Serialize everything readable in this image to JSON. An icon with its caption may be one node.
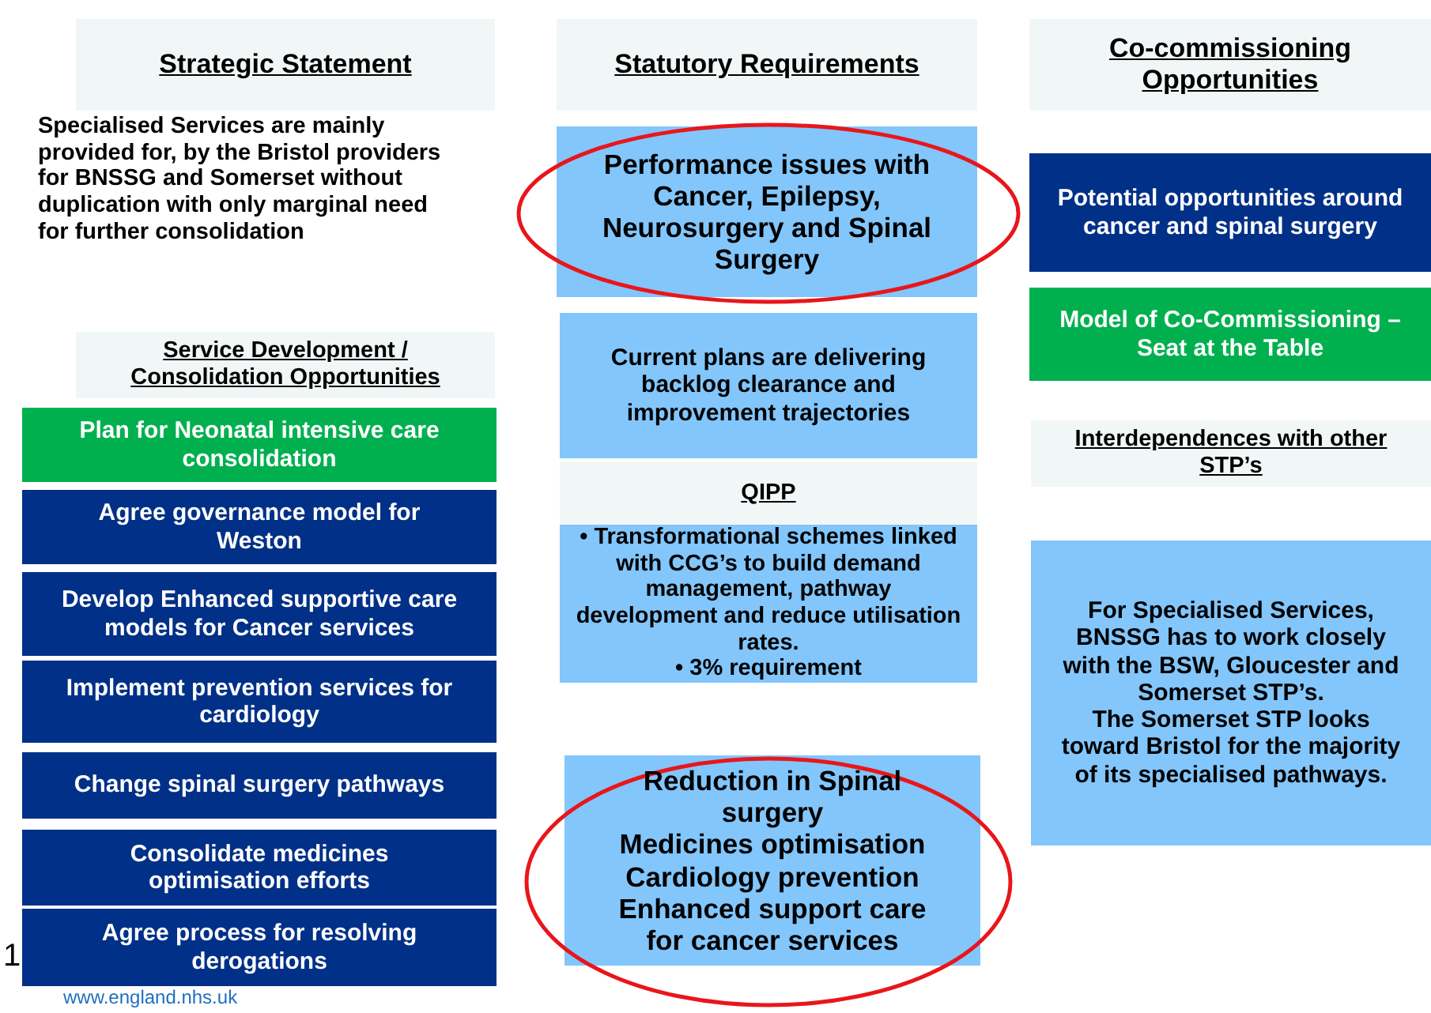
{
  "diagram": {
    "nodes": [
      {
        "text": [
          "Strategic Statement"
        ]
      },
      {
        "text": [
          "Statutory Requirements"
        ]
      },
      {
        "text": [
          "Co-commissioning Opportunities"
        ]
      },
      {
        "text": [
          "Service Development / Consolidation Opportunities"
        ]
      },
      {
        "text": [
          "Plan for Neonatal intensive care consolidation"
        ]
      },
      {
        "text": [
          "Agree governance model for Weston"
        ]
      },
      {
        "text": [
          "Develop Enhanced supportive care models for Cancer services"
        ]
      },
      {
        "text": [
          "Implement prevention services for cardiology"
        ]
      },
      {
        "text": [
          "Change spinal surgery pathways"
        ]
      },
      {
        "text": [
          "Consolidate medicines optimisation  efforts"
        ]
      },
      {
        "text": [
          "Agree process for resolving derogations"
        ]
      },
      {
        "text": [
          "Performance issues with Cancer, Epilepsy, Neurosurgery and Spinal Surgery"
        ]
      },
      {
        "text": [
          "Current plans are delivering backlog clearance and improvement trajectories"
        ]
      },
      {
        "text": [
          "QIPP"
        ]
      },
      {
        "text": [
          "•  Transformational schemes linked with CCG’s to build demand management, pathway development and reduce utilisation rates.",
          "•  3% requirement"
        ]
      },
      {
        "text": [
          "Reduction in Spinal surgery",
          "Medicines optimisation",
          "Cardiology prevention",
          "Enhanced support care for cancer services"
        ]
      },
      {
        "text": [
          "Potential opportunities around cancer and spinal surgery"
        ]
      },
      {
        "text": [
          "Model of Co-Commissioning – Seat at the Table"
        ]
      },
      {
        "text": [
          "Interdependences with other STP’s"
        ]
      },
      {
        "text": [
          "For Specialised Services, BNSSG has to work closely with the BSW, Gloucester and Somerset STP’s.",
          "The Somerset STP looks toward Bristol for the majority of its specialised pathways."
        ]
      }
    ],
    "labels": [
      "Specialised Services are mainly provided for, by the Bristol providers for BNSSG and Somerset without duplication with only marginal need for further consolidation",
      "1",
      "www.england.nhs.uk"
    ]
  }
}
